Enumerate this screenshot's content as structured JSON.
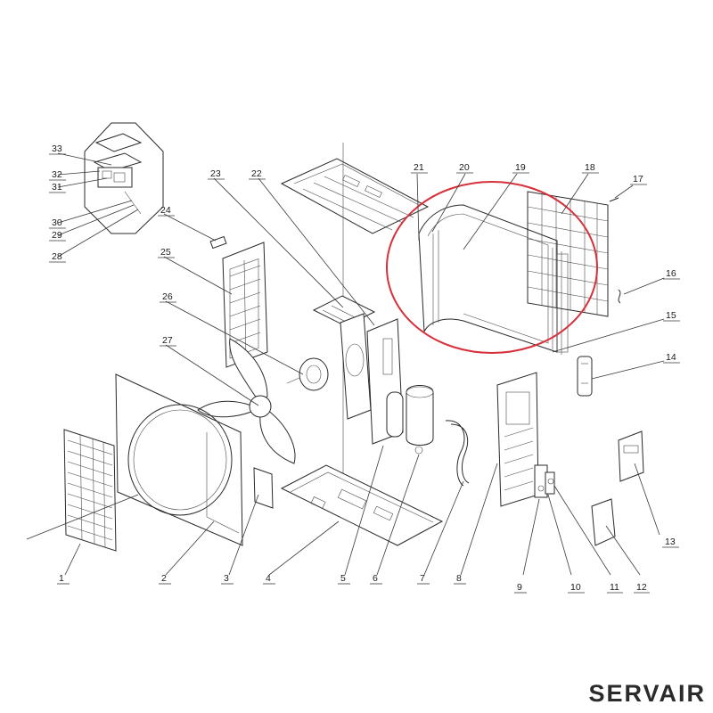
{
  "brand": "SERVAIR",
  "highlight_color": "#d6303a",
  "part_numbers": [
    "1",
    "2",
    "3",
    "4",
    "5",
    "6",
    "7",
    "8",
    "9",
    "10",
    "11",
    "12",
    "13",
    "14",
    "15",
    "16",
    "17",
    "18",
    "19",
    "20",
    "21",
    "22",
    "23",
    "24",
    "25",
    "26",
    "27",
    "28",
    "29",
    "30",
    "31",
    "32",
    "33"
  ]
}
